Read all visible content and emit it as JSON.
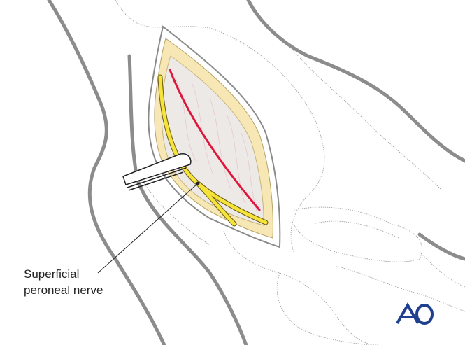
{
  "label": {
    "line1": "Superficial",
    "line2": "peroneal nerve"
  },
  "logo": {
    "text": "AO",
    "color": "#1f3f8f"
  },
  "colors": {
    "nerve": "#f5e33a",
    "incision": "#e0163c",
    "fat": "#f6e7b4",
    "outline": "#8a8a8a"
  }
}
